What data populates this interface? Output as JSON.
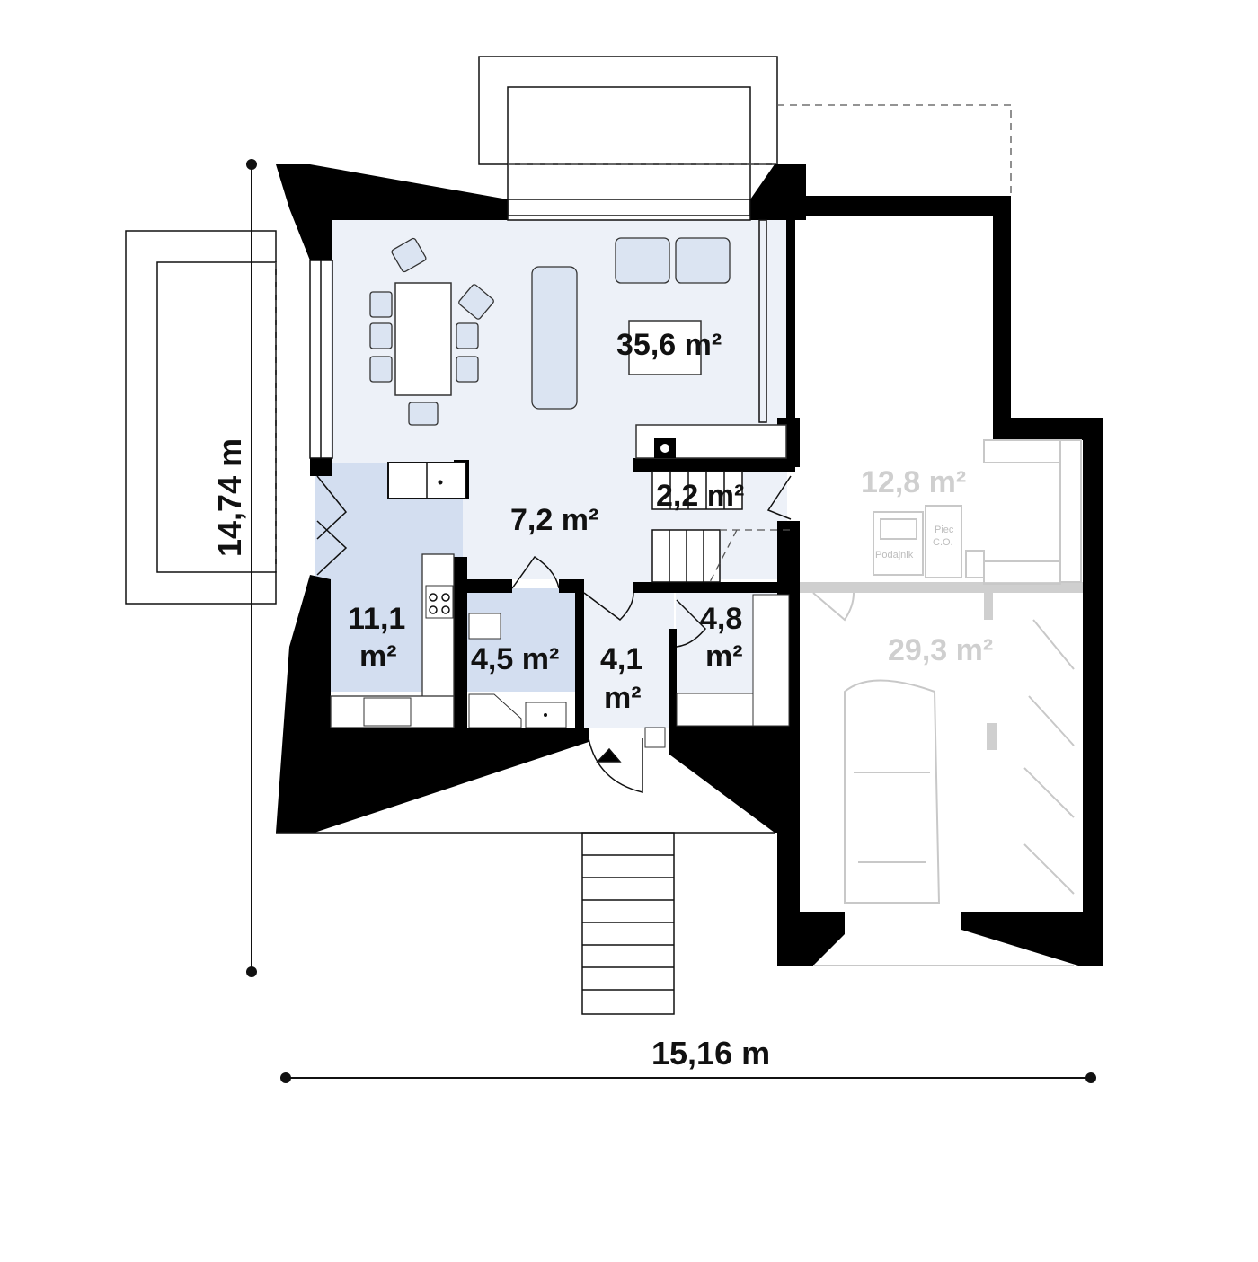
{
  "dimensions": {
    "height": "14,74 m",
    "width": "15,16 m"
  },
  "rooms": [
    {
      "id": "living",
      "area": "35,6 m²"
    },
    {
      "id": "hall",
      "area": "7,2 m²"
    },
    {
      "id": "stairs",
      "area": "2,2 m²"
    },
    {
      "id": "kitchen",
      "area_line1": "11,1",
      "area_line2": "m²"
    },
    {
      "id": "bathroom",
      "area": "4,5 m²"
    },
    {
      "id": "entry",
      "area_line1": "4,1",
      "area_line2": "m²"
    },
    {
      "id": "wardrobe",
      "area_line1": "4,8",
      "area_line2": "m²"
    },
    {
      "id": "boiler",
      "area": "12,8 m²"
    },
    {
      "id": "garage",
      "area": "29,3 m²"
    }
  ],
  "equipment": {
    "feeder": "Podajnik",
    "furnace_line1": "Piec",
    "furnace_line2": "C.O."
  },
  "colors": {
    "living": "#edf1f8",
    "kitchen": "#d3def0",
    "wall": "#000000",
    "garage_lines": "#c8c8c8"
  }
}
